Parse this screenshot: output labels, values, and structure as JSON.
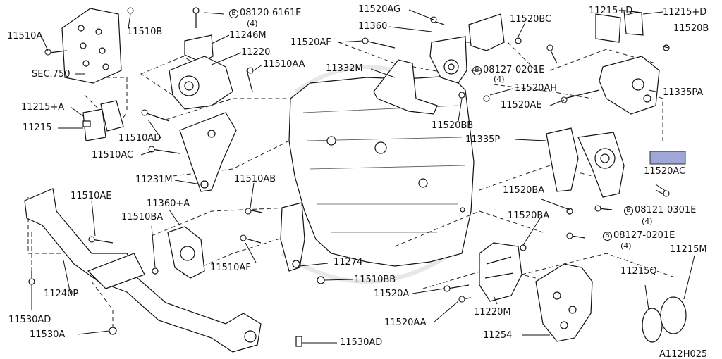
{
  "diagram": {
    "highlight_color": "#9fa6d8",
    "bolt_marker": "B",
    "labels": {
      "l11510A": "11510A",
      "l11510B": "11510B",
      "lSEC750": "SEC.750",
      "l11215A": "11215+A",
      "l11215": "11215",
      "l11246M": "11246M",
      "l11220": "11220",
      "l11510AA": "11510AA",
      "l08120": "08120-6161E",
      "l08120q": "(4)",
      "l11510AD": "11510AD",
      "l11510AC": "11510AC",
      "l11231M": "11231M",
      "l11520AG": "11520AG",
      "l11360": "11360",
      "l11520AF": "11520AF",
      "l11332M": "11332M",
      "l11520BC": "11520BC",
      "l08127a": "08127-0201E",
      "l08127aq": "(4)",
      "l11520AH": "11520AH",
      "l11520AE": "11520AE",
      "l11520BB": "11520BB",
      "l11215D1": "11215+D",
      "l11215D2": "11215+D",
      "l11520B": "11520B",
      "l11335PA": "11335PA",
      "l11335P": "11335P",
      "l11520AC": "11520AC",
      "l11510AE": "11510AE",
      "l11360A": "11360+A",
      "l11510BA": "11510BA",
      "l11510AB": "11510AB",
      "l11510AF": "11510AF",
      "l11274": "11274",
      "l11510BB": "11510BB",
      "l11520BA1": "11520BA",
      "l11520BA2": "11520BA",
      "l08121": "08121-0301E",
      "l08121q": "(4)",
      "l08127b": "08127-0201E",
      "l08127bq": "(4)",
      "l11215M": "11215M",
      "l11215Q": "11215Q",
      "l11240P": "11240P",
      "l11530AD1": "11530AD",
      "l11530A": "11530A",
      "l11520A": "11520A",
      "l11220M": "11220M",
      "l11520AA": "11520AA",
      "l11254": "11254",
      "l11530AD2": "11530AD",
      "lA112": "A112H025"
    }
  }
}
